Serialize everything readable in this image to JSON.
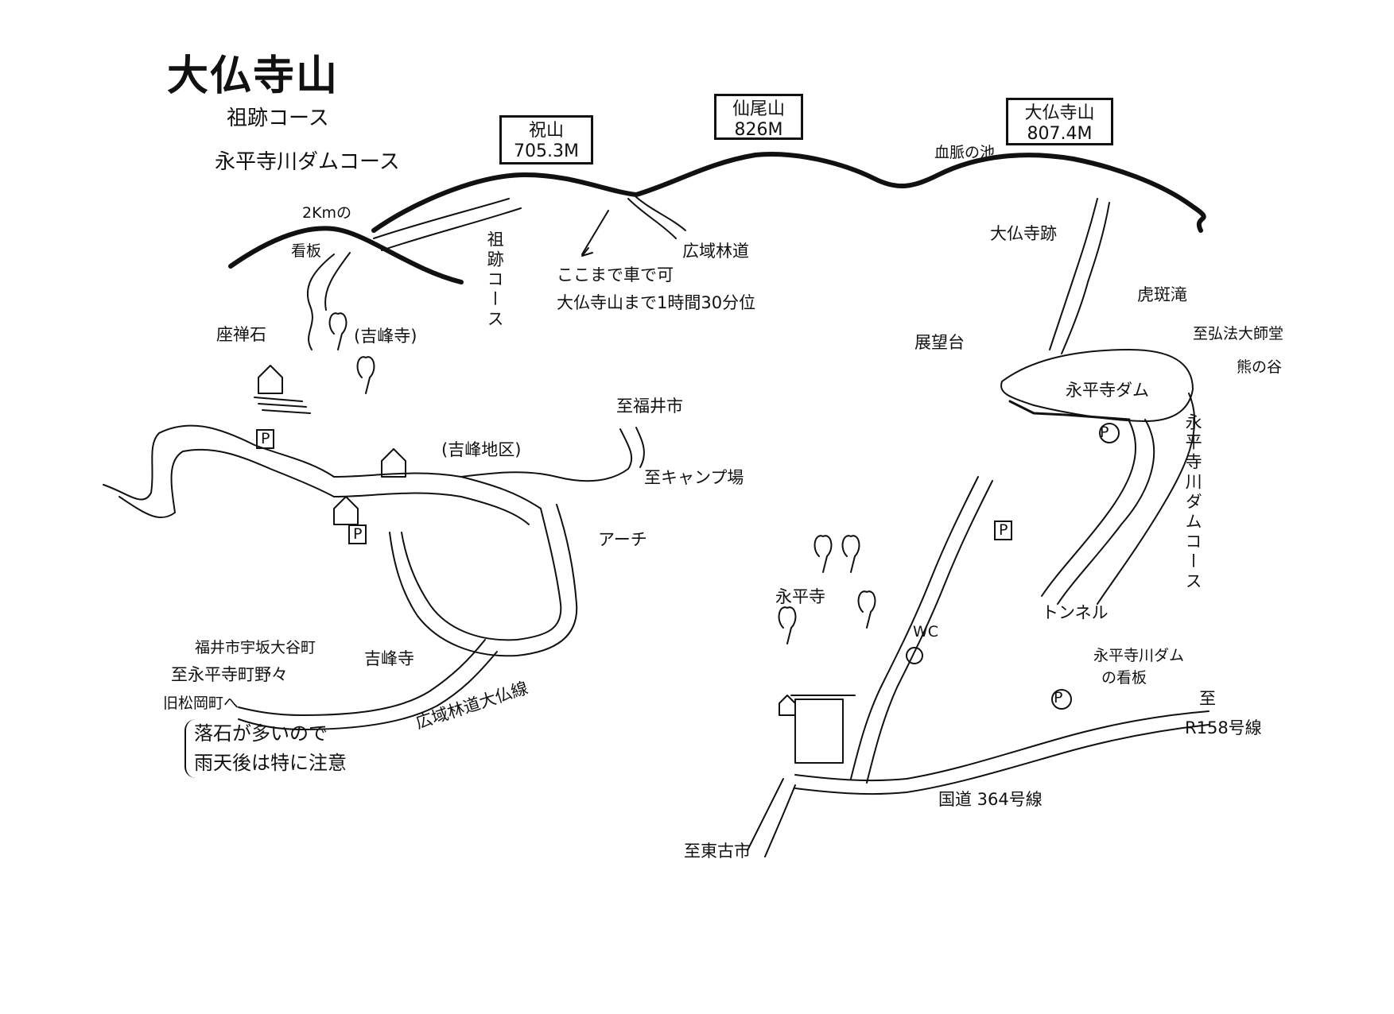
{
  "title": "大仏寺山",
  "courses": [
    "祖跡コース",
    "永平寺川ダムコース"
  ],
  "peaks": [
    {
      "name": "祝山",
      "elevation": "705.3M"
    },
    {
      "name": "仙尾山",
      "elevation": "826M"
    },
    {
      "name": "大仏寺山",
      "elevation": "807.4M"
    }
  ],
  "labels": {
    "sign_2km": "2Kmの",
    "sign_board": "看板",
    "zazen_stone": "座禅石",
    "kippoji_paren": "(吉峰寺)",
    "soseki_course": "祖跡コース",
    "car_note_1": "ここまで車で可",
    "car_note_2": "大仏寺山まで1時間30分位",
    "kouiki_rindo": "広域林道",
    "kippo_district": "(吉峰地区)",
    "to_fukui": "至福井市",
    "to_camp": "至キャンプ場",
    "arch": "アーチ",
    "kippoji": "吉峰寺",
    "to_eiheiji_line_1": "福井市宇坂大谷町",
    "to_eiheiji_line_2": "至永平寺町野々",
    "to_eiheiji_line_3": "旧松岡町へ",
    "kouiki_daibutsu": "広域林道大仏線",
    "rockfall_1": "落石が多いので",
    "rockfall_2": "雨天後は特に注意",
    "chinomike": "血脈の池",
    "daibutsuji_ruins": "大仏寺跡",
    "tenbodai": "展望台",
    "torafu_falls": "虎斑滝",
    "to_kobo_daishi": "至弘法大師堂",
    "kuma_valley": "熊の谷",
    "eiheiji_dam": "永平寺ダム",
    "eiheiji_dam_course": "永平寺川ダムコース",
    "tunnel": "トンネル",
    "eiheiji": "永平寺",
    "wc": "WC",
    "dam_sign_1": "永平寺川ダム",
    "dam_sign_2": "の看板",
    "to_r158_1": "至",
    "to_r158_2": "R158号線",
    "route364": "国道 364号線",
    "to_higashifurui": "至東古市",
    "parking": "P",
    "parking_circled": "P"
  },
  "colors": {
    "ink": "#111111",
    "paper": "#ffffff"
  }
}
